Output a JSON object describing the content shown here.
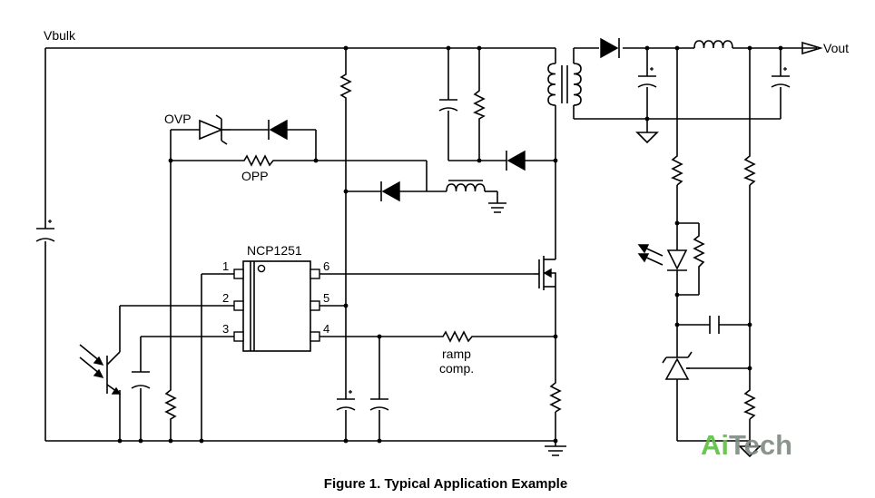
{
  "labels": {
    "vbulk": "Vbulk",
    "vout": "Vout",
    "ovp": "OVP",
    "opp": "OPP",
    "ic_name": "NCP1251",
    "ramp_comp_line1": "ramp",
    "ramp_comp_line2": "comp."
  },
  "ic_pins": [
    {
      "number": "1"
    },
    {
      "number": "2"
    },
    {
      "number": "3"
    },
    {
      "number": "4"
    },
    {
      "number": "5"
    },
    {
      "number": "6"
    }
  ],
  "caption": "Figure 1. Typical Application Example",
  "watermark": {
    "part1": "Ai",
    "part2": "Tech",
    "color1": "#5fbf45",
    "color2": "#7f8a82"
  }
}
